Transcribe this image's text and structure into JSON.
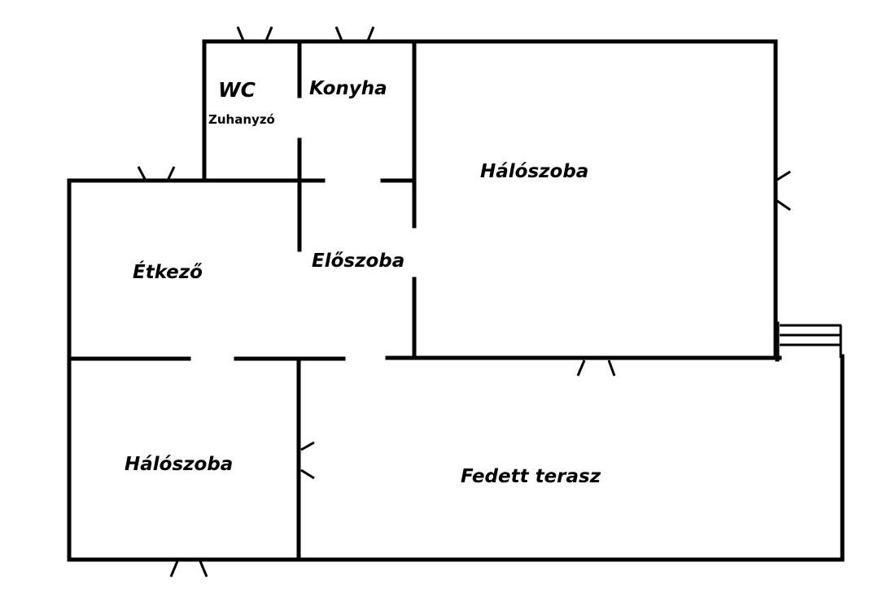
{
  "rooms": {
    "wc": "WC",
    "shower": "Zuhanyzó",
    "kitchen": "Konyha",
    "bedroom_large": "Hálószoba",
    "dining": "Étkező",
    "hallway": "Előszoba",
    "bedroom_small": "Hálószoba",
    "terrace": "Fedett terasz"
  }
}
